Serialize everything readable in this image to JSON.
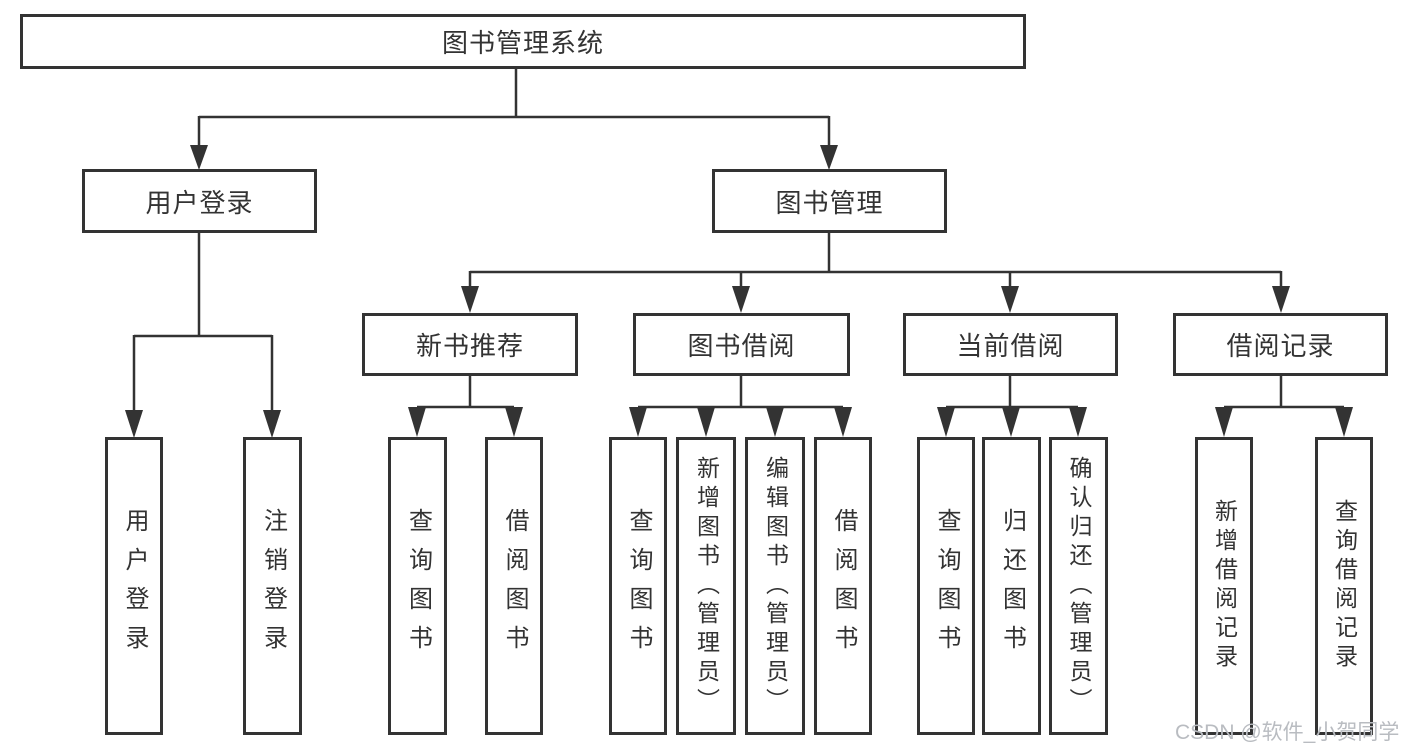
{
  "diagram_type": "hierarchy-tree",
  "watermark": "CSDN @软件_小贺同学",
  "colors": {
    "line": "#333333",
    "box_border": "#333333",
    "text": "#333333",
    "watermark": "#b9bcc1",
    "background": "#ffffff"
  },
  "tree": {
    "label": "图书管理系统",
    "children": [
      {
        "label": "用户登录",
        "children": [
          {
            "label": "用户登录"
          },
          {
            "label": "注销登录"
          }
        ]
      },
      {
        "label": "图书管理",
        "children": [
          {
            "label": "新书推荐",
            "children": [
              {
                "label": "查询图书"
              },
              {
                "label": "借阅图书"
              }
            ]
          },
          {
            "label": "图书借阅",
            "children": [
              {
                "label": "查询图书"
              },
              {
                "label": "新增图书（管理员）"
              },
              {
                "label": "编辑图书（管理员）"
              },
              {
                "label": "借阅图书"
              }
            ]
          },
          {
            "label": "当前借阅",
            "children": [
              {
                "label": "查询图书"
              },
              {
                "label": "归还图书"
              },
              {
                "label": "确认归还（管理员）"
              }
            ]
          },
          {
            "label": "借阅记录",
            "children": [
              {
                "label": "新增借阅记录"
              },
              {
                "label": "查询借阅记录"
              }
            ]
          }
        ]
      }
    ]
  }
}
